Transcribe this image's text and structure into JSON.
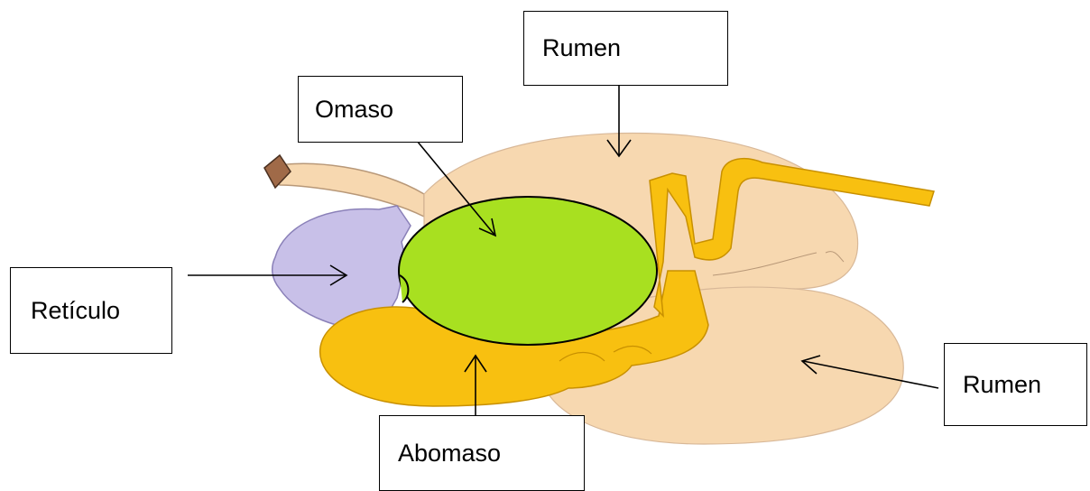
{
  "diagram": {
    "labels": {
      "rumen_top": "Rumen",
      "omaso": "Omaso",
      "reticulo": "Retículo",
      "abomaso": "Abomaso",
      "rumen_right": "Rumen"
    },
    "colors": {
      "rumen": "#f7d8b0",
      "reticulo": "#c8c0e8",
      "omaso": "#a8e020",
      "abomaso": "#f8c010",
      "esophagus_tip": "#a06a48",
      "outline": "#000000"
    }
  }
}
